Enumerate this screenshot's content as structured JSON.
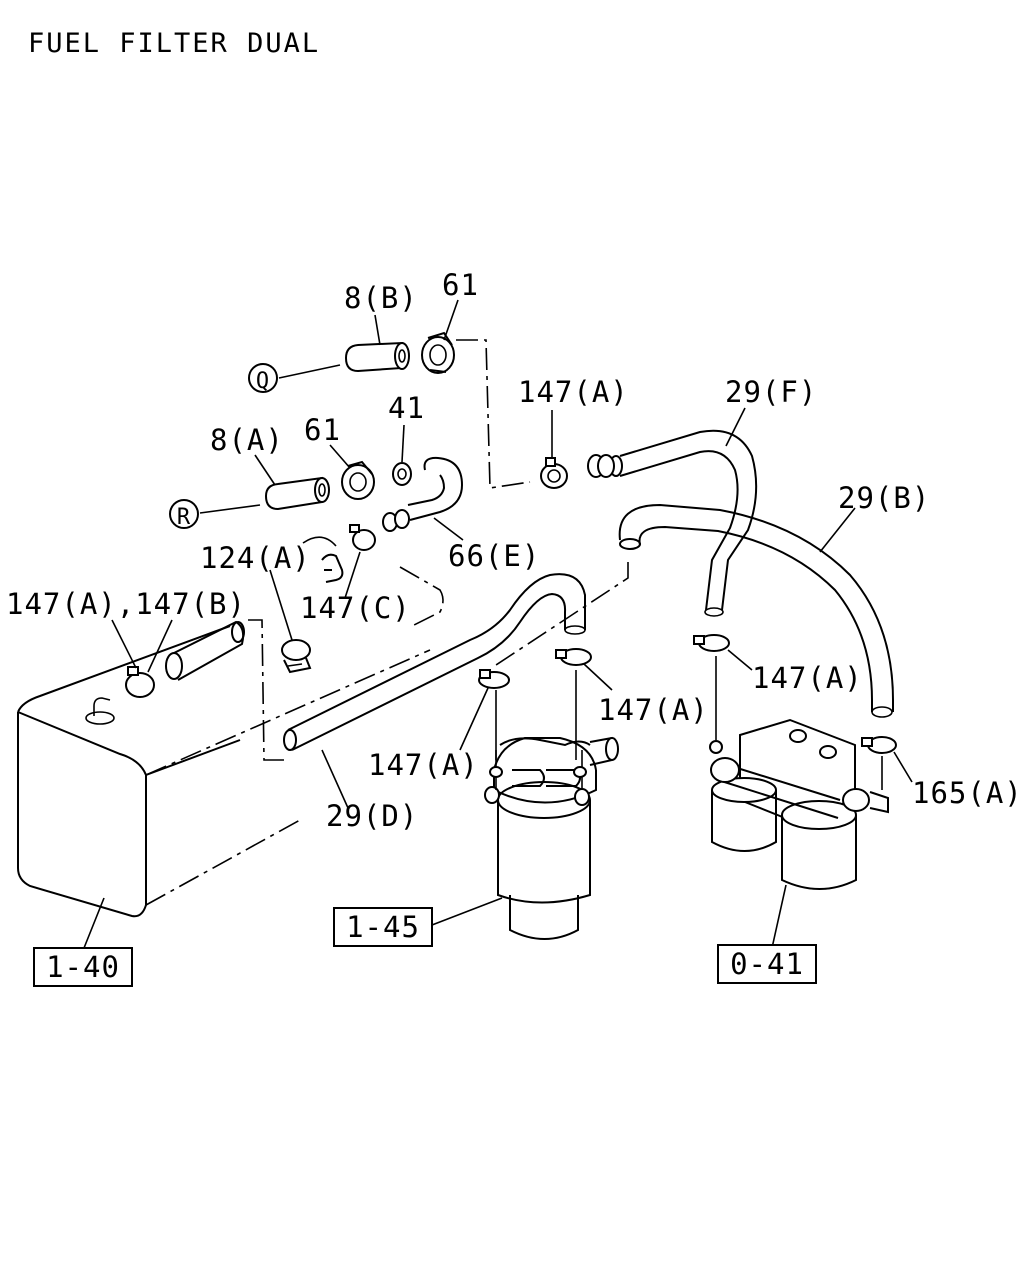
{
  "title": "FUEL FILTER DUAL",
  "callouts": {
    "c_8b": "8(B)",
    "c_61_top": "61",
    "c_8a": "8(A)",
    "c_61_mid": "61",
    "c_41": "41",
    "c_147a_top": "147(A)",
    "c_29f": "29(F)",
    "c_29b": "29(B)",
    "c_66e": "66(E)",
    "c_124a": "124(A)",
    "c_147c": "147(C)",
    "c_147ab": "147(A),147(B)",
    "c_147a_mid": "147(A)",
    "c_147a_r": "147(A)",
    "c_147a_center": "147(A)",
    "c_165a": "165(A)",
    "c_29d": "29(D)"
  },
  "circle_refs": {
    "q": "Q",
    "r": "R"
  },
  "ref_boxes": {
    "tank": "1-40",
    "filter_single": "1-45",
    "filter_dual": "0-41"
  }
}
